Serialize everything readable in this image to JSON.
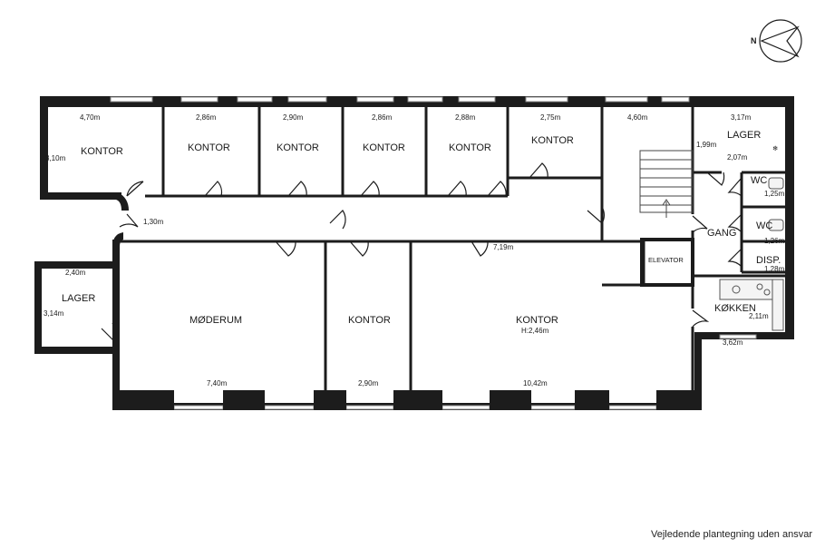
{
  "compass": {
    "label": "N"
  },
  "disclaimer": "Vejledende plantegning uden ansvar",
  "rooms": {
    "kontor_1": {
      "name": "KONTOR",
      "width": "4,70m",
      "depth": "3,10m"
    },
    "kontor_2": {
      "name": "KONTOR",
      "width": "2,86m"
    },
    "kontor_3": {
      "name": "KONTOR",
      "width": "2,90m"
    },
    "kontor_4": {
      "name": "KONTOR",
      "width": "2,86m"
    },
    "kontor_5": {
      "name": "KONTOR",
      "width": "2,88m"
    },
    "kontor_6": {
      "name": "KONTOR",
      "width": "2,75m"
    },
    "stair_hall": {
      "width": "4,60m"
    },
    "lager_top": {
      "name": "LAGER",
      "width": "3,17m",
      "depth": "1,99m",
      "inner": "2,07m"
    },
    "wc_1": {
      "name": "WC",
      "dim": "1,25m"
    },
    "wc_2": {
      "name": "WC",
      "dim": "1,26m"
    },
    "gang": {
      "name": "GANG"
    },
    "disp": {
      "name": "DISP.",
      "dim": "1,28m"
    },
    "elevator": {
      "name": "ELEVATOR"
    },
    "koekken": {
      "name": "KØKKEN",
      "dim": "2,11m",
      "width": "3,62m"
    },
    "corridor": {
      "width": "1,30m",
      "length": "7,19m"
    },
    "lager_left": {
      "name": "LAGER",
      "width": "2,40m",
      "depth": "3,14m"
    },
    "moederum": {
      "name": "MØDERUM",
      "width": "7,40m"
    },
    "kontor_mid": {
      "name": "KONTOR",
      "width": "2,90m"
    },
    "kontor_big": {
      "name": "KONTOR",
      "height_note": "H:2,46m",
      "width": "10,42m"
    }
  }
}
